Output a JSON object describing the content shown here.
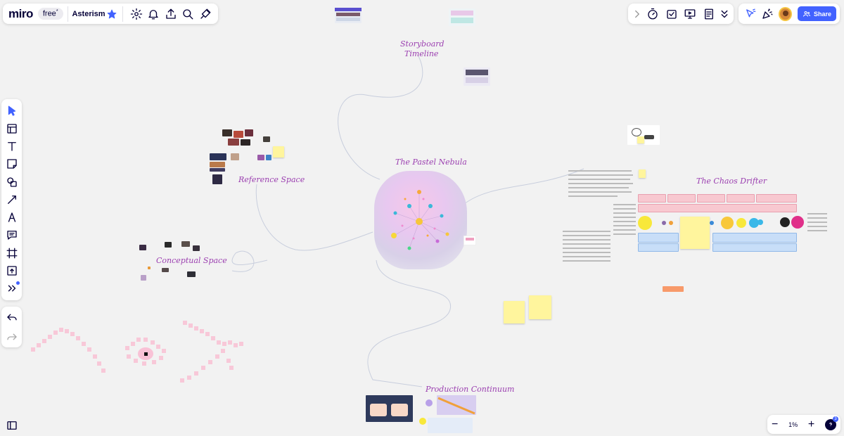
{
  "brand": {
    "logo": "miro",
    "plan_badge": "free",
    "plan_badge_mark": "*"
  },
  "board": {
    "title": "Asterism"
  },
  "share": {
    "label": "Share"
  },
  "user": {
    "notifications": "3"
  },
  "zoom": {
    "level": "1%",
    "minus": "−",
    "plus": "+"
  },
  "canvas_labels": {
    "storyboard_line1": "Storyboard",
    "storyboard_line2": "Timeline",
    "reference_space": "Reference Space",
    "pastel_nebula": "The Pastel Nebula",
    "chaos_drifter": "The Chaos Drifter",
    "conceptual_space": "Conceptual Space",
    "production_continuum": "Production Continuum"
  },
  "icons": {
    "top_left": [
      "settings-icon",
      "bell-icon",
      "export-icon",
      "search-icon",
      "plugin-icon"
    ],
    "top_right": [
      "chevron-right-icon",
      "timer-icon",
      "voting-icon",
      "present-icon",
      "notes-icon",
      "chevron-down-icon"
    ],
    "collab": [
      "reactions-arrow-icon",
      "celebrate-icon",
      "avatar",
      "share-users-icon"
    ],
    "toolbar": [
      "select-icon",
      "templates-icon",
      "text-icon",
      "sticky-note-icon",
      "shapes-icon",
      "line-icon",
      "pen-icon",
      "comment-icon",
      "frame-icon",
      "upload-icon",
      "more-tools-icon"
    ],
    "undo_redo": [
      "undo-icon",
      "redo-icon"
    ],
    "bottom_left": [
      "sidebar-toggle-icon"
    ]
  },
  "colors": {
    "brand_text": "#050038",
    "accent_blue": "#4262ff",
    "label_purple": "#9b3fb0",
    "sticky_yellow": "#fff59d",
    "canvas": "#f2f2f2"
  }
}
